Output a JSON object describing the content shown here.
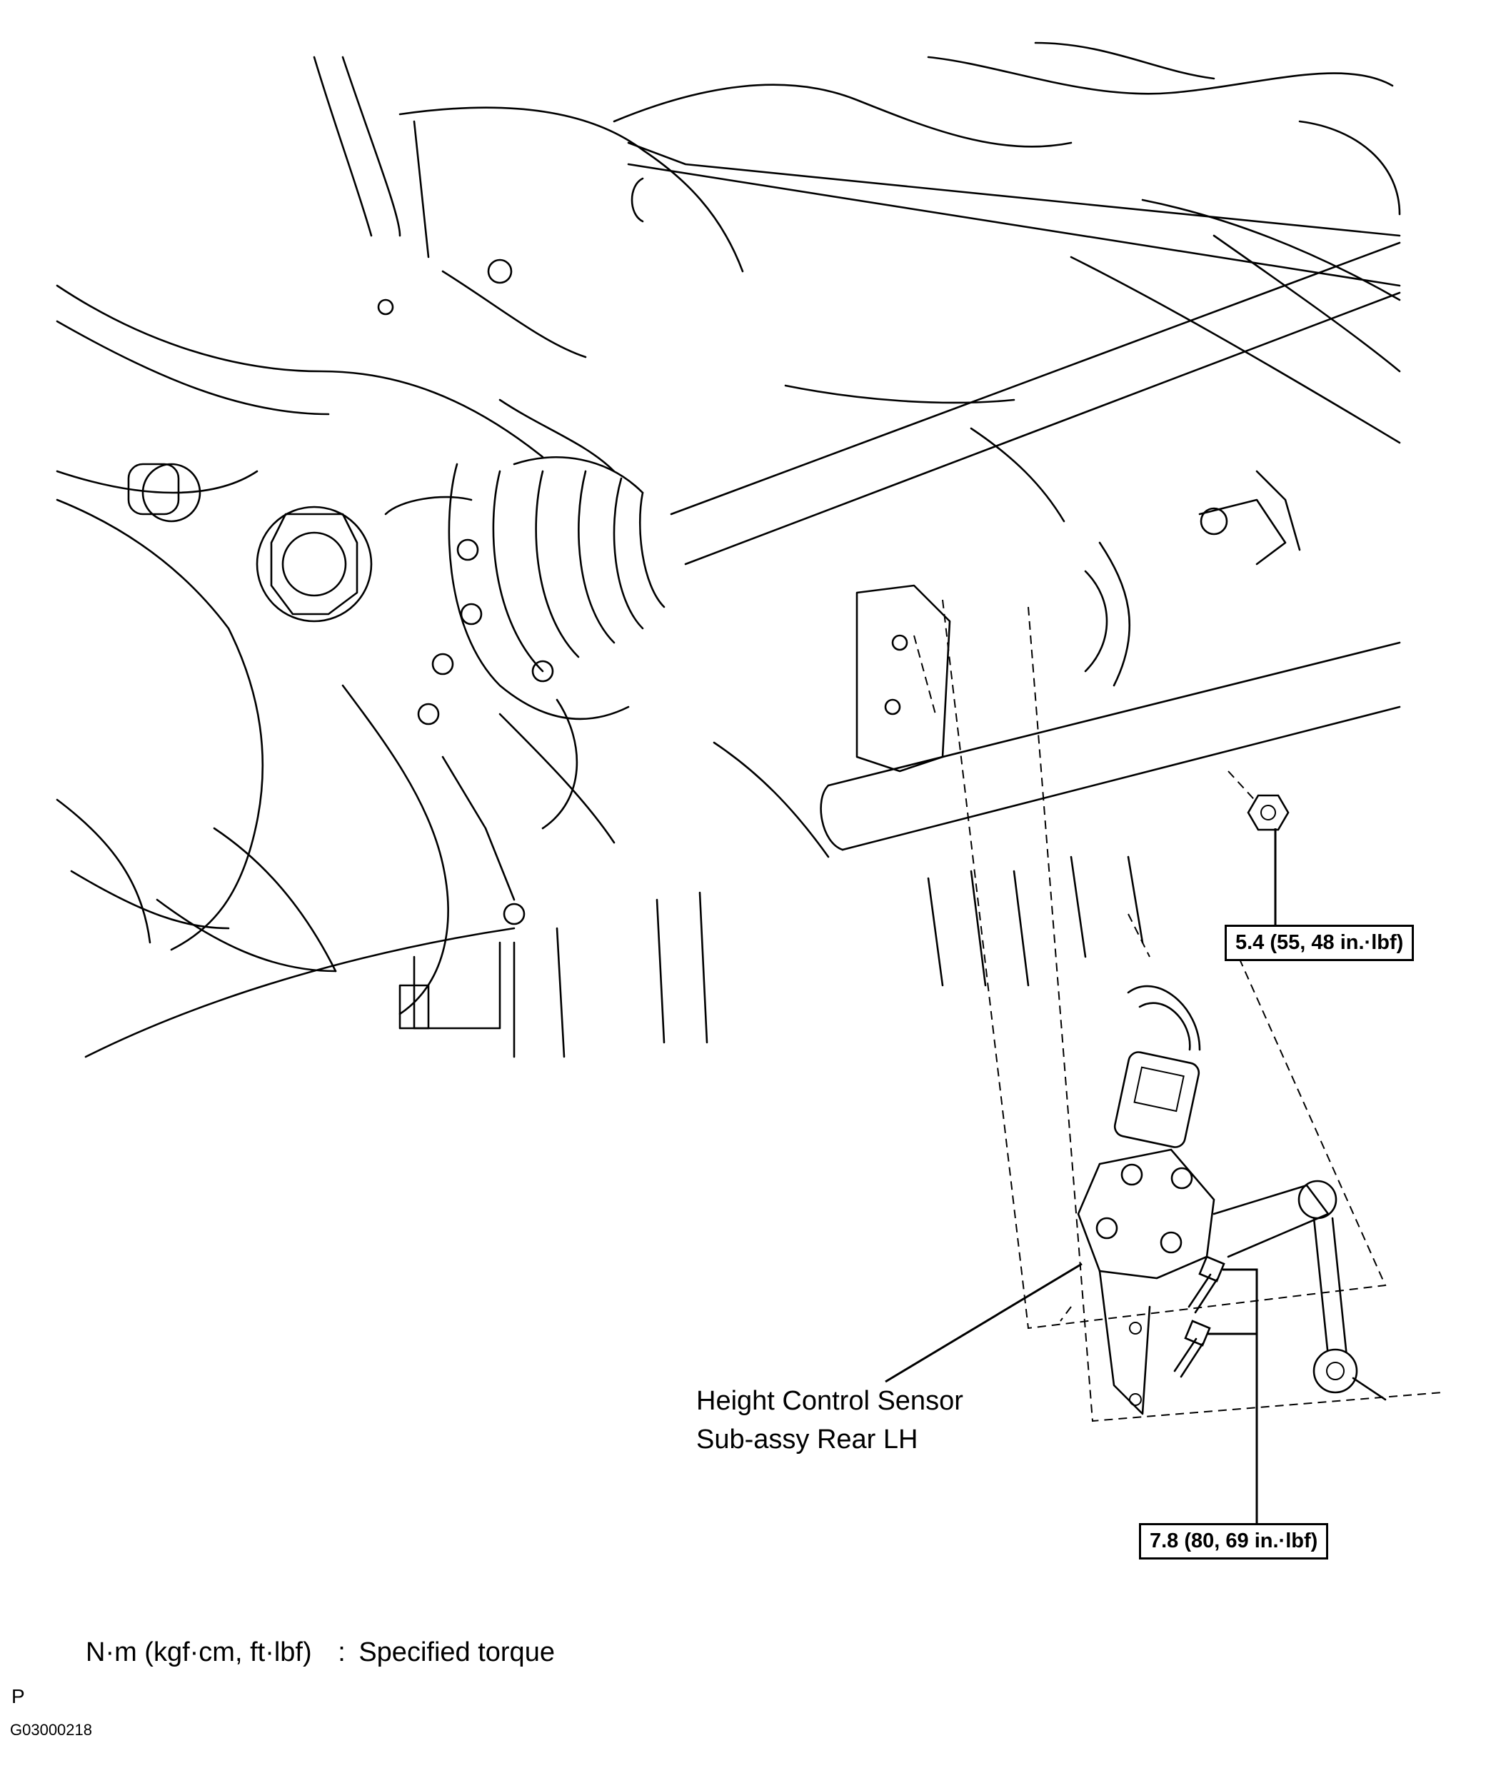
{
  "callouts": {
    "nut_torque": "5.4 (55, 48 in.·lbf)",
    "bolt_torque": "7.8 (80, 69 in.·lbf)"
  },
  "part_label": {
    "line1": "Height Control Sensor",
    "line2": "Sub-assy  Rear LH"
  },
  "legend": {
    "units": "N·m (kgf·cm, ft·lbf)",
    "separator": ":",
    "meaning": "Specified torque"
  },
  "marks": {
    "letter": "P",
    "figure_code": "G03000218"
  }
}
